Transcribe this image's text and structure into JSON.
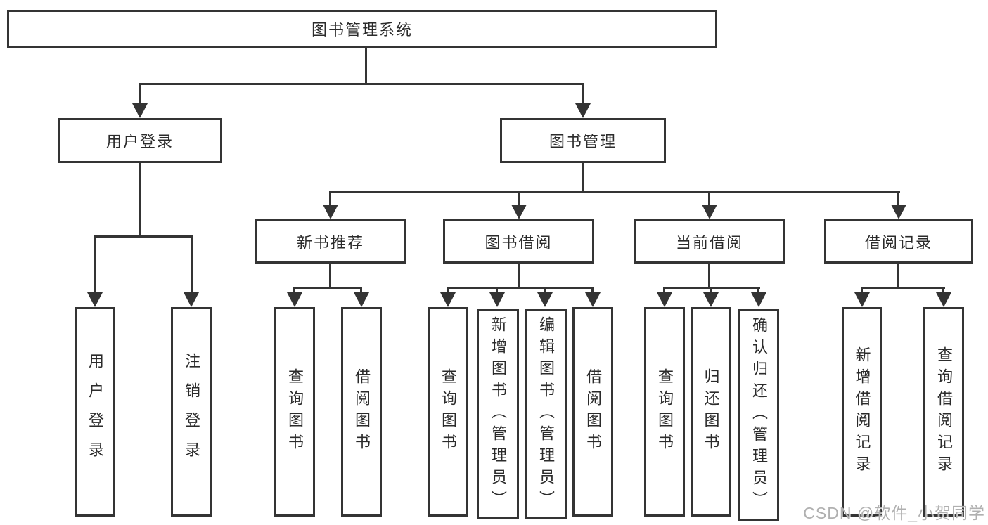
{
  "nodes": {
    "root": "图书管理系统",
    "level2": [
      "用户登录",
      "图书管理"
    ],
    "level3": [
      "新书推荐",
      "图书借阅",
      "当前借阅",
      "借阅记录"
    ],
    "leaves": {
      "login": [
        "用户登录",
        "注销登录"
      ],
      "new_books": [
        "查询图书",
        "借阅图书"
      ],
      "borrow": [
        "查询图书",
        "新增图书（管理员）",
        "编辑图书（管理员）",
        "借阅图书"
      ],
      "current": [
        "查询图书",
        "归还图书",
        "确认归还（管理员）"
      ],
      "records": [
        "新增借阅记录",
        "查询借阅记录"
      ]
    }
  },
  "watermark": {
    "text": "CSDN @软件_小贺同学"
  },
  "colors": {
    "line": "#343434",
    "text": "#2b2b2b",
    "watermark": "#b0b0b0",
    "background": "#ffffff"
  }
}
